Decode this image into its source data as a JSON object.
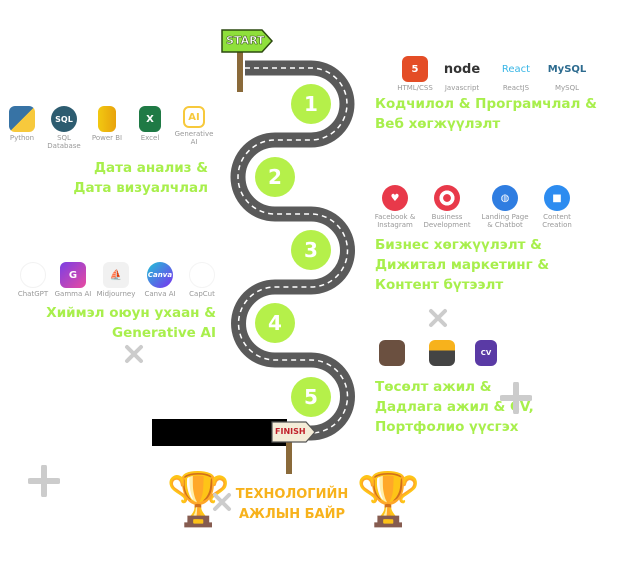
{
  "signs": {
    "start": "START",
    "finish": "FINISH"
  },
  "steps": [
    {
      "number": "1",
      "title_lines": [
        "Кодчилол & Програмчлал &",
        "Веб хөгжүүлэлт"
      ],
      "tools": [
        {
          "label": "HTML/CSS",
          "icon": "html5-icon"
        },
        {
          "label": "Javascript",
          "icon": "nodejs-icon",
          "text": "node"
        },
        {
          "label": "ReactJS",
          "icon": "react-icon",
          "text": "React"
        },
        {
          "label": "MySQL",
          "icon": "mysql-icon",
          "text": "MySQL"
        }
      ]
    },
    {
      "number": "2",
      "title_lines": [
        "Дата анализ &",
        "Дата визуалчлал"
      ],
      "tools": [
        {
          "label": "Python",
          "icon": "python-icon"
        },
        {
          "label": "SQL Database",
          "icon": "sql-database-icon",
          "text": "SQL"
        },
        {
          "label": "Power BI",
          "icon": "power-bi-icon"
        },
        {
          "label": "Excel",
          "icon": "excel-icon",
          "text": "X"
        },
        {
          "label": "Generative AI",
          "icon": "ai-chip-icon",
          "text": "AI"
        }
      ]
    },
    {
      "number": "3",
      "title_lines": [
        "Бизнес хөгжүүлэлт &",
        "Дижитал маркетинг &",
        "Контент бүтээлт"
      ],
      "tools": [
        {
          "label": "Facebook & Instagram",
          "icon": "heart-icon"
        },
        {
          "label": "Business Development",
          "icon": "target-icon"
        },
        {
          "label": "Landing Page & Chatbot",
          "icon": "globe-icon"
        },
        {
          "label": "Content Creation",
          "icon": "video-camera-icon"
        }
      ]
    },
    {
      "number": "4",
      "title_lines": [
        "Хиймэл оюун ухаан &",
        "Generative AI"
      ],
      "tools": [
        {
          "label": "ChatGPT",
          "icon": "chatgpt-icon"
        },
        {
          "label": "Gamma AI",
          "icon": "gamma-icon",
          "text": "G"
        },
        {
          "label": "Midjourney",
          "icon": "midjourney-icon"
        },
        {
          "label": "Canva AI",
          "icon": "canva-icon",
          "text": "Canva"
        },
        {
          "label": "CapCut",
          "icon": "capcut-icon"
        }
      ]
    },
    {
      "number": "5",
      "title_lines": [
        "Төсөлт ажил &",
        "Дадлага ажил & CV,",
        "Портфолио үүсгэх"
      ],
      "tools": [
        {
          "icon": "briefcase-icon"
        },
        {
          "icon": "idea-laptop-icon"
        },
        {
          "icon": "cv-document-icon",
          "text": "CV"
        }
      ]
    }
  ],
  "goal": {
    "lines": [
      "ТЕХНОЛОГИЙН",
      "АЖЛЫН БАЙР"
    ]
  },
  "colors": {
    "accent": "#a8ef4c",
    "circle": "#b5f04a",
    "road": "#5a5a5a",
    "goal": "#f7b21c"
  }
}
